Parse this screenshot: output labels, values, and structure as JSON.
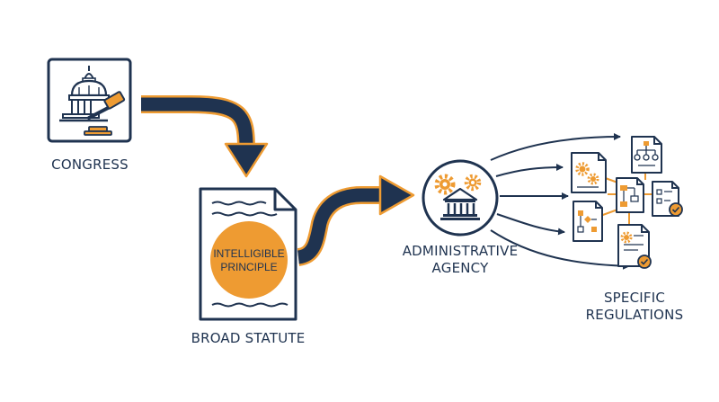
{
  "nodes": {
    "congress": {
      "label": "CONGRESS",
      "icon": "capitol-gavel-icon"
    },
    "statute": {
      "label": "BROAD STATUTE",
      "inner_line1": "INTELLIGIBLE",
      "inner_line2": "PRINCIPLE",
      "icon": "document-icon"
    },
    "agency": {
      "label_line1": "ADMINISTRATIVE",
      "label_line2": "AGENCY",
      "icon": "government-building-gears-icon"
    },
    "regulations": {
      "label_line1": "SPECIFIC",
      "label_line2": "REGULATIONS",
      "icon": "regulation-documents-icon"
    }
  },
  "colors": {
    "navy": "#1f3350",
    "orange": "#ee9b32",
    "light_orange": "#f5c27a",
    "background": "#ffffff"
  }
}
